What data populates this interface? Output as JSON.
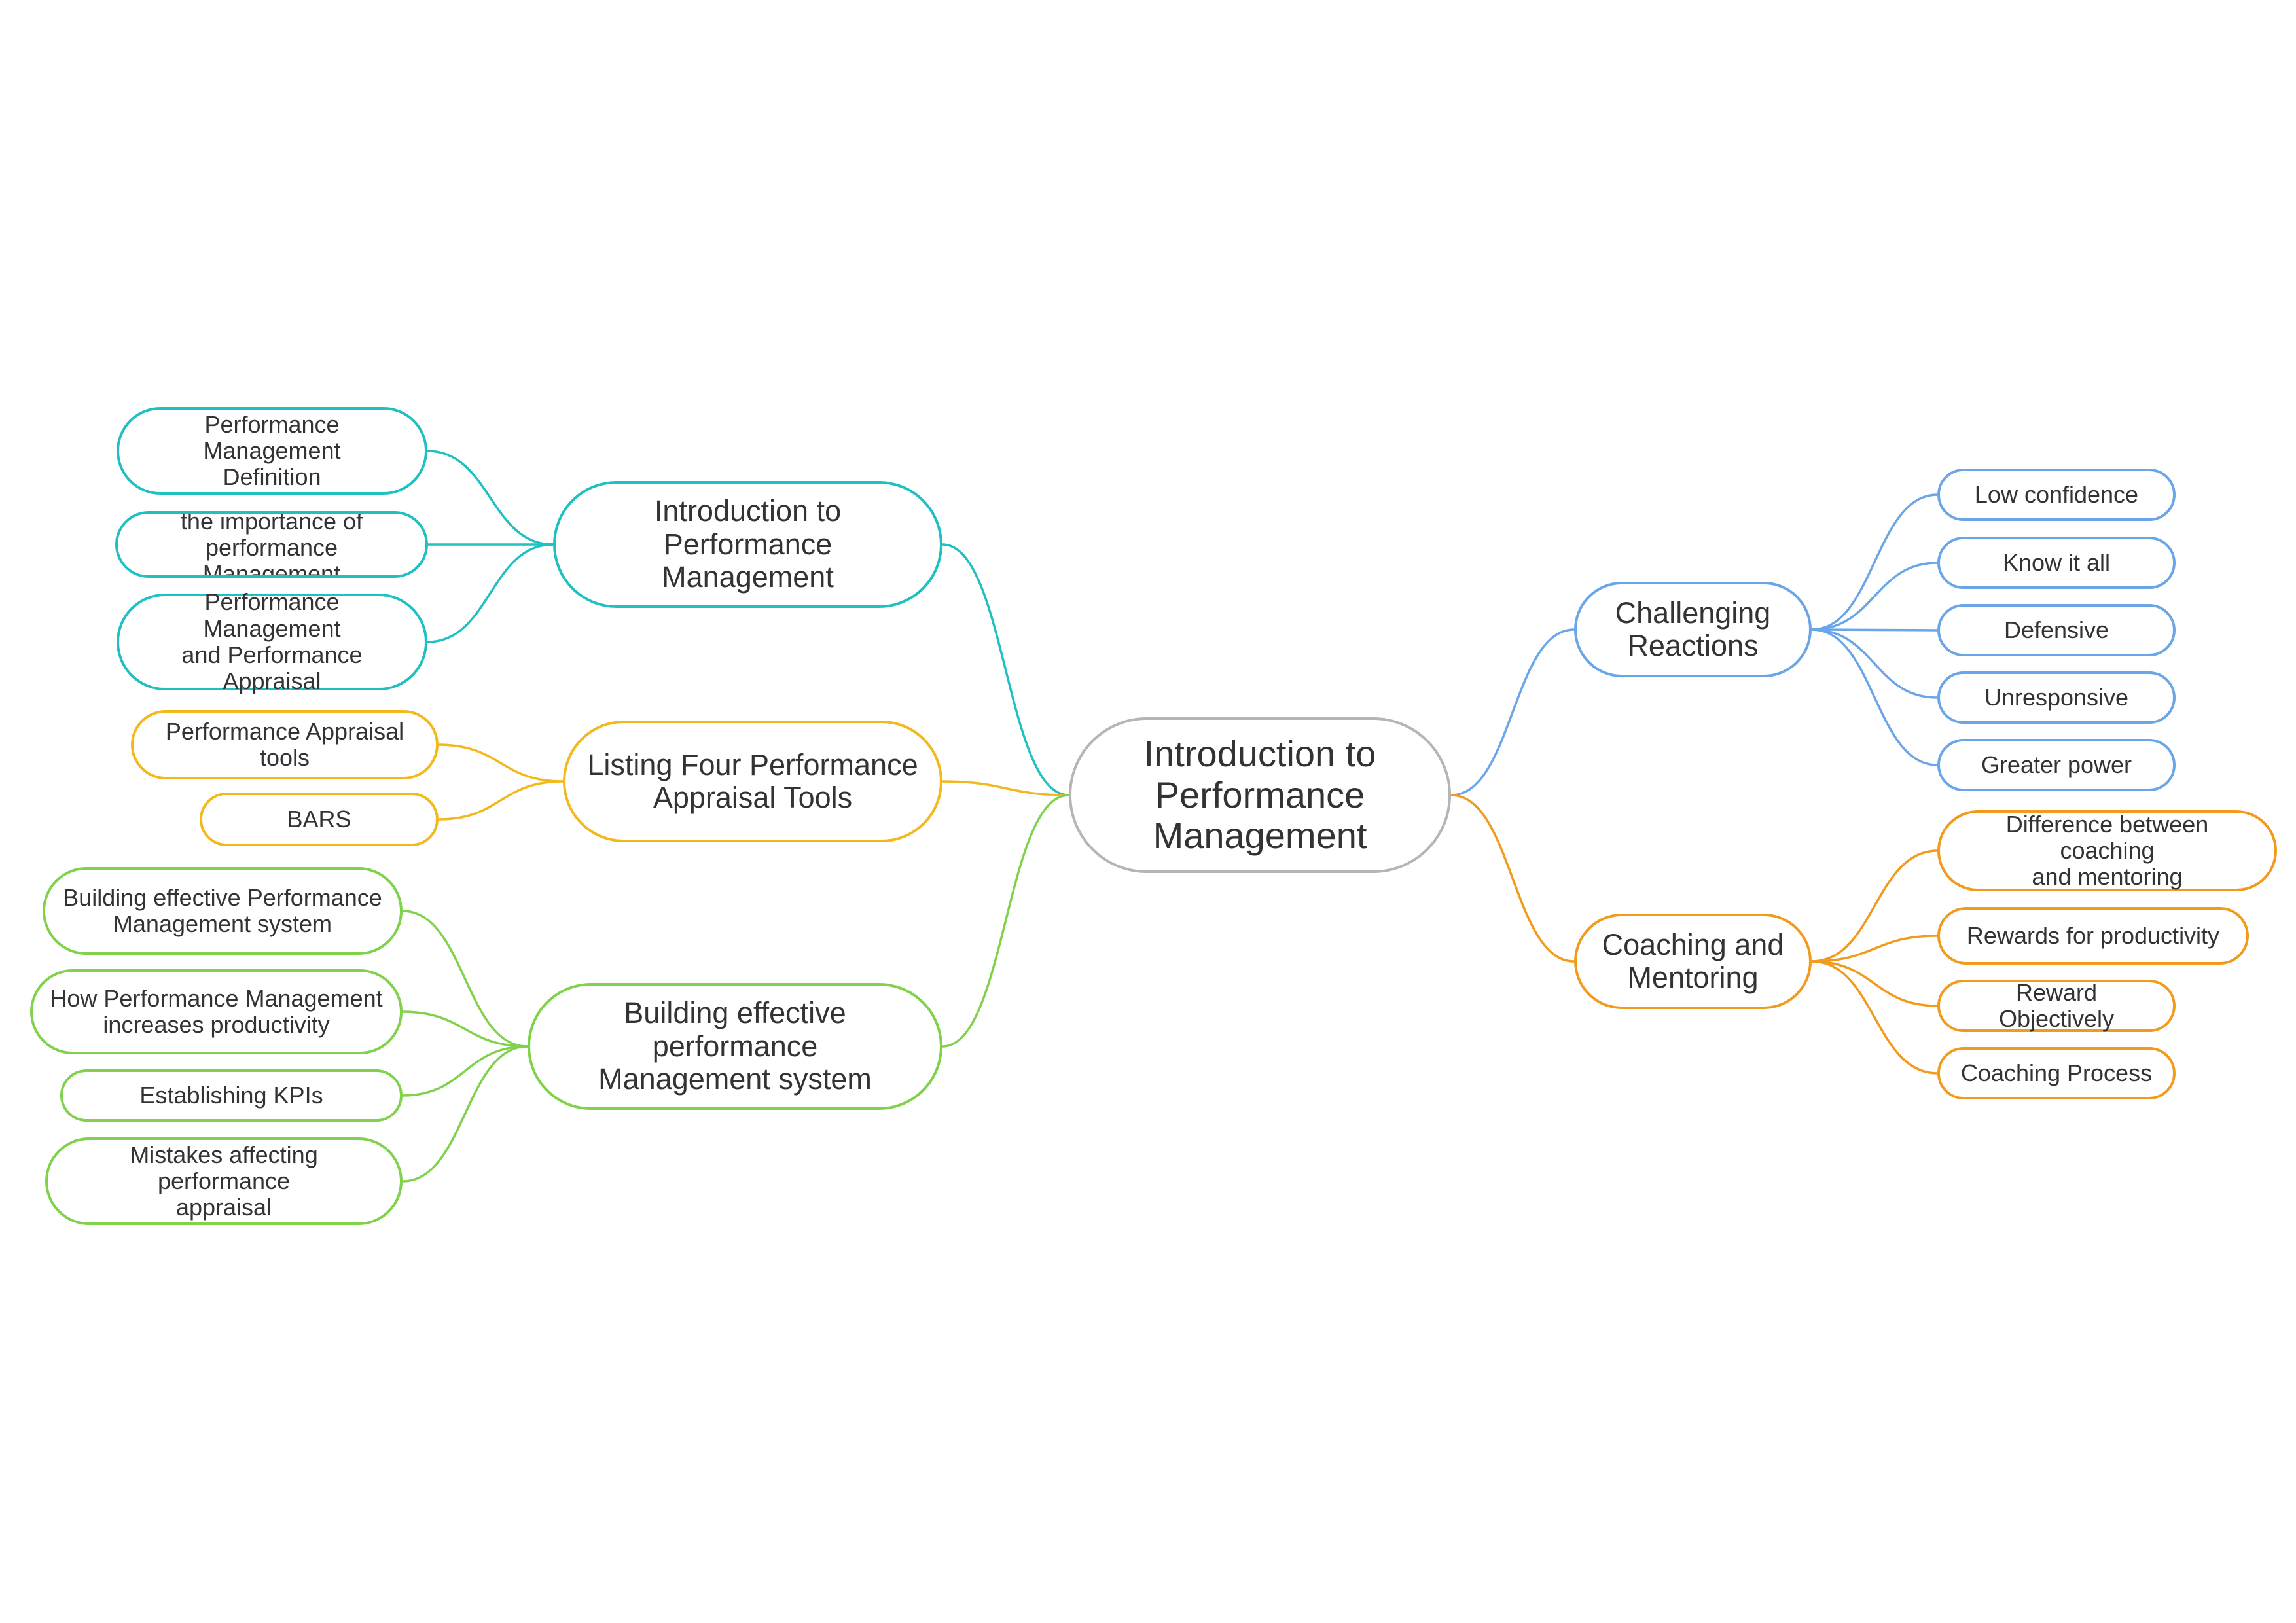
{
  "colors": {
    "root": "#b5b5b5",
    "teal": "#1fc0c3",
    "yellow": "#f2b81c",
    "green": "#7fd24a",
    "blue": "#6aa5e8",
    "orange": "#f29a1c",
    "text": "#333333"
  },
  "root": {
    "label": "Introduction to\nPerformance\nManagement"
  },
  "left_branches": [
    {
      "label": "Introduction to Performance\nManagement",
      "children": [
        {
          "label": "Performance Management\nDefinition"
        },
        {
          "label": "the importance of\nperformance Management"
        },
        {
          "label": "Performance Management\nand Performance Appraisal"
        }
      ]
    },
    {
      "label": "Listing Four Performance\nAppraisal Tools",
      "children": [
        {
          "label": "Performance Appraisal tools"
        },
        {
          "label": "BARS"
        }
      ]
    },
    {
      "label": "Building effective performance\nManagement system",
      "children": [
        {
          "label": "Building effective Performance\nManagement system"
        },
        {
          "label": "How Performance Management\nincreases productivity"
        },
        {
          "label": "Establishing KPIs"
        },
        {
          "label": "Mistakes affecting performance\nappraisal"
        }
      ]
    }
  ],
  "right_branches": [
    {
      "label": "Challenging\nReactions",
      "children": [
        {
          "label": "Low confidence"
        },
        {
          "label": "Know it all"
        },
        {
          "label": "Defensive"
        },
        {
          "label": "Unresponsive"
        },
        {
          "label": "Greater power"
        }
      ]
    },
    {
      "label": "Coaching and\nMentoring",
      "children": [
        {
          "label": "Difference between coaching\nand mentoring"
        },
        {
          "label": "Rewards for productivity"
        },
        {
          "label": "Reward Objectively"
        },
        {
          "label": "Coaching Process"
        }
      ]
    }
  ]
}
